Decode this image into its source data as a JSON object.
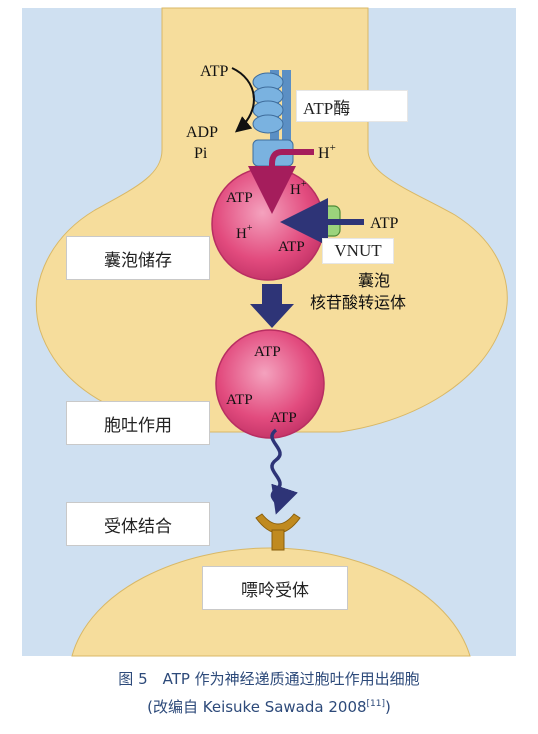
{
  "labels": {
    "atp_top": "ATP",
    "atpase": "ATP酶",
    "adp": "ADP",
    "pi": "Pi",
    "h_plus_pump": "H",
    "h_plus_sup": "+",
    "vesicle_atp_1": "ATP",
    "vesicle_h_1": "H",
    "vesicle_h_2": "H",
    "vesicle_atp_2": "ATP",
    "vnut_atp": "ATP",
    "vnut": "VNUT",
    "transporter_line1": "囊泡",
    "transporter_line2": "核苷酸转运体",
    "fusing_atp_1": "ATP",
    "fusing_atp_2": "ATP",
    "fusing_atp_3": "ATP"
  },
  "steps": {
    "storage": "囊泡储存",
    "exocytosis": "胞吐作用",
    "binding": "受体结合",
    "receptor": "嘌呤受体"
  },
  "caption": {
    "line1": "图 5　ATP 作为神经递质通过胞吐作用出细胞",
    "line2_pre": "(改编自 Keisuke Sawada 2008",
    "ref": "[11]",
    "line2_post": ")"
  },
  "colors": {
    "background": "#cfe0f1",
    "cell": "#f6dd9c",
    "vesicle": "#e24b7e",
    "arrow": "#2e3477",
    "pump": "#7ab2e0",
    "vnut": "#9bd47c",
    "receptor": "#c08a1f"
  }
}
